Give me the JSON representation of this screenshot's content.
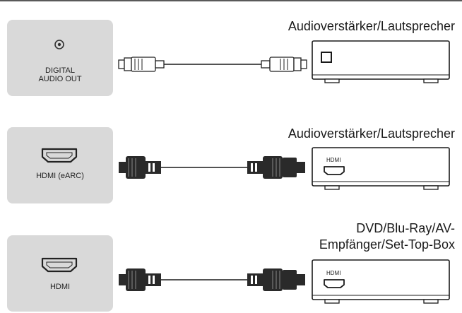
{
  "rows": [
    {
      "port_label_lines": [
        "DIGITAL",
        "AUDIO OUT"
      ],
      "port_icon": "optical-jack-icon",
      "cable": "optical-cable",
      "device_title_lines": [
        "Audioverstärker/Lautsprecher"
      ],
      "device_icon": "optical-input-icon",
      "device_port_label": ""
    },
    {
      "port_label_lines": [
        "HDMI (eARC)"
      ],
      "port_icon": "hdmi-port-icon",
      "cable": "hdmi-cable",
      "device_title_lines": [
        "Audioverstärker/Lautsprecher"
      ],
      "device_icon": "hdmi-port-icon",
      "device_port_label": "HDMI"
    },
    {
      "port_label_lines": [
        "HDMI"
      ],
      "port_icon": "hdmi-port-icon",
      "cable": "hdmi-cable",
      "device_title_lines": [
        "DVD/Blu-Ray/AV-",
        "Empfänger/Set-Top-Box"
      ],
      "device_icon": "hdmi-port-icon",
      "device_port_label": "HDMI"
    }
  ],
  "colors": {
    "panel": "#d9d9d9",
    "device_stroke": "#1a1a1a",
    "cable": "#1a1a1a",
    "connector_fill": "#2a2a2a"
  }
}
